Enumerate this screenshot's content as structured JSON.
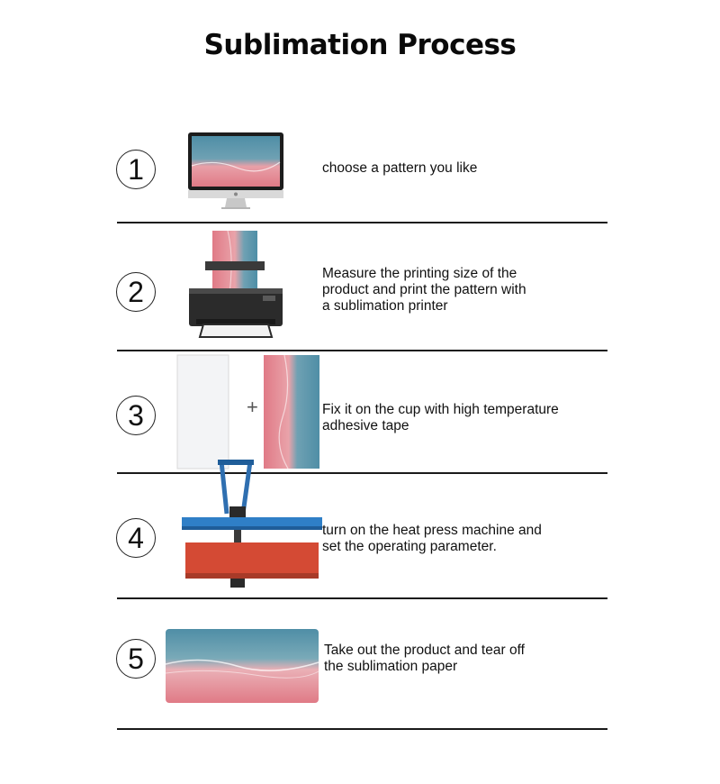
{
  "title": "Sublimation Process",
  "steps": [
    {
      "number": "1",
      "text": "choose a pattern you like",
      "icon": "monitor-icon"
    },
    {
      "number": "2",
      "text": "Measure the printing size of the\n product and print the pattern with\na sublimation printer",
      "icon": "printer-icon"
    },
    {
      "number": "3",
      "plus": "+",
      "text": "Fix it on the cup with high temperature\n adhesive tape",
      "icon": "paper-and-print-icon"
    },
    {
      "number": "4",
      "text": "turn on the heat press machine and\n set the operating parameter.",
      "icon": "heat-press-icon"
    },
    {
      "number": "5",
      "text": "Take out the product and tear off\n the sublimation paper",
      "icon": "finished-product-icon"
    }
  ],
  "colors": {
    "pattern_pink": "#e07a86",
    "pattern_blue": "#4f8ea6",
    "press_blue": "#2f7fc7",
    "press_red": "#d44a34"
  }
}
